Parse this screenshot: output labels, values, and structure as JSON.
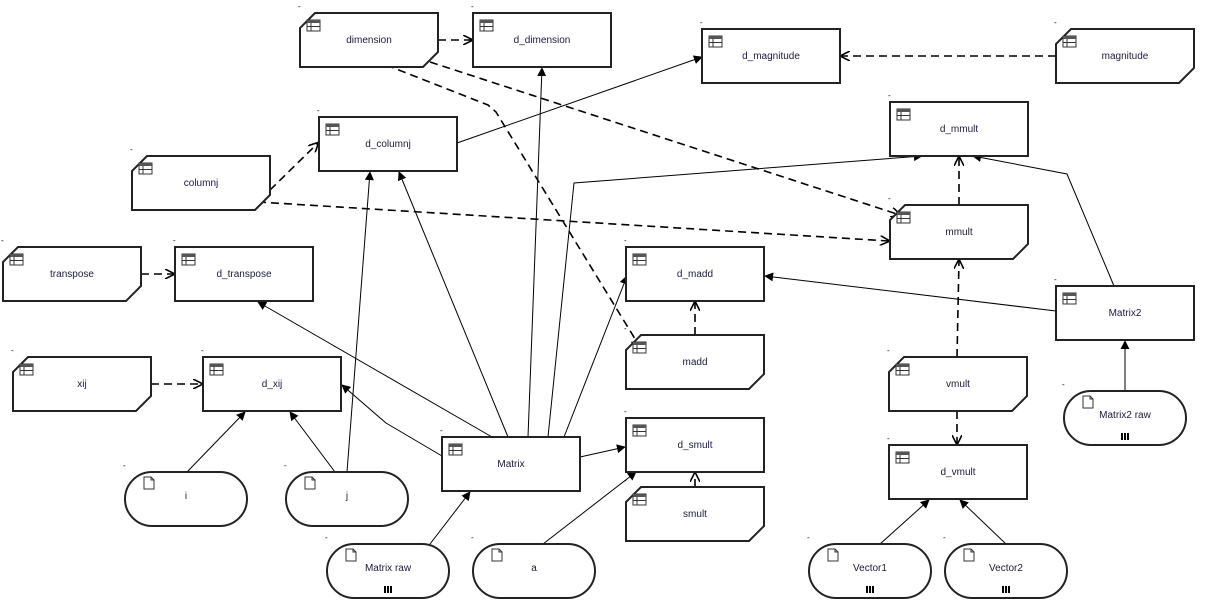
{
  "diagram": {
    "nodes": [
      {
        "id": "dimension",
        "label": "dimension",
        "kind": "transform",
        "icon": "table-icon"
      },
      {
        "id": "d_dimension",
        "label": "d_dimension",
        "kind": "dataset",
        "icon": "table-icon"
      },
      {
        "id": "d_magnitude",
        "label": "d_magnitude",
        "kind": "dataset",
        "icon": "table-icon"
      },
      {
        "id": "magnitude",
        "label": "magnitude",
        "kind": "transform",
        "icon": "table-icon"
      },
      {
        "id": "d_columnj",
        "label": "d_columnj",
        "kind": "dataset",
        "icon": "table-icon"
      },
      {
        "id": "columnj",
        "label": "columnj",
        "kind": "transform",
        "icon": "table-icon"
      },
      {
        "id": "d_mmult",
        "label": "d_mmult",
        "kind": "dataset",
        "icon": "table-icon"
      },
      {
        "id": "mmult",
        "label": "mmult",
        "kind": "transform",
        "icon": "table-icon"
      },
      {
        "id": "transpose",
        "label": "transpose",
        "kind": "transform",
        "icon": "table-icon"
      },
      {
        "id": "d_transpose",
        "label": "d_transpose",
        "kind": "dataset",
        "icon": "table-icon"
      },
      {
        "id": "d_madd",
        "label": "d_madd",
        "kind": "dataset",
        "icon": "table-icon"
      },
      {
        "id": "madd",
        "label": "madd",
        "kind": "transform",
        "icon": "table-icon"
      },
      {
        "id": "Matrix2",
        "label": "Matrix2",
        "kind": "dataset",
        "icon": "table-icon"
      },
      {
        "id": "xij",
        "label": "xij",
        "kind": "transform",
        "icon": "table-icon"
      },
      {
        "id": "d_xij",
        "label": "d_xij",
        "kind": "dataset",
        "icon": "table-icon"
      },
      {
        "id": "vmult",
        "label": "vmult",
        "kind": "transform",
        "icon": "table-icon"
      },
      {
        "id": "Matrix2_raw",
        "label": "Matrix2 raw",
        "kind": "source",
        "icon": "file-icon",
        "badge": "bars-icon"
      },
      {
        "id": "Matrix",
        "label": "Matrix",
        "kind": "dataset",
        "icon": "table-icon"
      },
      {
        "id": "d_smult",
        "label": "d_smult",
        "kind": "dataset",
        "icon": "table-icon"
      },
      {
        "id": "d_vmult",
        "label": "d_vmult",
        "kind": "dataset",
        "icon": "table-icon"
      },
      {
        "id": "smult",
        "label": "smult",
        "kind": "transform",
        "icon": "table-icon"
      },
      {
        "id": "i",
        "label": "i",
        "kind": "source",
        "icon": "file-icon"
      },
      {
        "id": "j",
        "label": "j",
        "kind": "source",
        "icon": "file-icon"
      },
      {
        "id": "Matrix_raw",
        "label": "Matrix raw",
        "kind": "source",
        "icon": "file-icon",
        "badge": "bars-icon"
      },
      {
        "id": "a",
        "label": "a",
        "kind": "source",
        "icon": "file-icon"
      },
      {
        "id": "Vector1",
        "label": "Vector1",
        "kind": "source",
        "icon": "file-icon",
        "badge": "bars-icon"
      },
      {
        "id": "Vector2",
        "label": "Vector2",
        "kind": "source",
        "icon": "file-icon",
        "badge": "bars-icon"
      }
    ],
    "edges": [
      {
        "from": "dimension",
        "to": "d_dimension",
        "style": "dashed"
      },
      {
        "from": "dimension",
        "to": "mmult",
        "style": "dashed"
      },
      {
        "from": "dimension",
        "to": "madd",
        "style": "dashed"
      },
      {
        "from": "magnitude",
        "to": "d_magnitude",
        "style": "dashed"
      },
      {
        "from": "columnj",
        "to": "d_columnj",
        "style": "dashed"
      },
      {
        "from": "columnj",
        "to": "mmult",
        "style": "dashed"
      },
      {
        "from": "transpose",
        "to": "d_transpose",
        "style": "dashed"
      },
      {
        "from": "xij",
        "to": "d_xij",
        "style": "dashed"
      },
      {
        "from": "madd",
        "to": "d_madd",
        "style": "dashed"
      },
      {
        "from": "smult",
        "to": "d_smult",
        "style": "dashed"
      },
      {
        "from": "mmult",
        "to": "d_mmult",
        "style": "dashed"
      },
      {
        "from": "vmult",
        "to": "mmult",
        "style": "dashed"
      },
      {
        "from": "vmult",
        "to": "d_vmult",
        "style": "dashed"
      },
      {
        "from": "Matrix",
        "to": "d_dimension",
        "style": "solid"
      },
      {
        "from": "Matrix",
        "to": "d_columnj",
        "style": "solid"
      },
      {
        "from": "Matrix",
        "to": "d_transpose",
        "style": "solid"
      },
      {
        "from": "Matrix",
        "to": "d_xij",
        "style": "solid"
      },
      {
        "from": "Matrix",
        "to": "d_madd",
        "style": "solid"
      },
      {
        "from": "Matrix",
        "to": "d_smult",
        "style": "solid"
      },
      {
        "from": "Matrix",
        "to": "d_mmult",
        "style": "solid"
      },
      {
        "from": "d_columnj",
        "to": "d_magnitude",
        "style": "solid"
      },
      {
        "from": "Matrix2",
        "to": "d_madd",
        "style": "solid"
      },
      {
        "from": "Matrix2",
        "to": "d_mmult",
        "style": "solid"
      },
      {
        "from": "Matrix2_raw",
        "to": "Matrix2",
        "style": "solid"
      },
      {
        "from": "Matrix_raw",
        "to": "Matrix",
        "style": "solid"
      },
      {
        "from": "a",
        "to": "d_smult",
        "style": "solid"
      },
      {
        "from": "i",
        "to": "d_xij",
        "style": "solid"
      },
      {
        "from": "j",
        "to": "d_xij",
        "style": "solid"
      },
      {
        "from": "j",
        "to": "d_columnj",
        "style": "solid"
      },
      {
        "from": "Vector1",
        "to": "d_vmult",
        "style": "solid"
      },
      {
        "from": "Vector2",
        "to": "d_vmult",
        "style": "solid"
      }
    ],
    "node_marker": "-"
  }
}
